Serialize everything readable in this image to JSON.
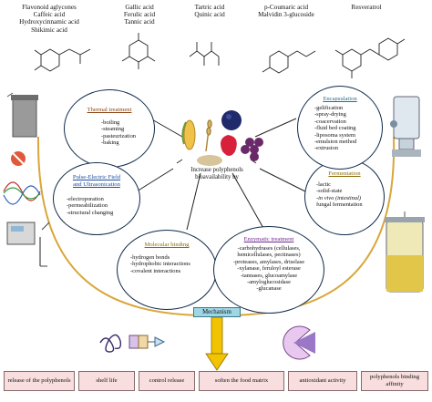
{
  "compound_groups": [
    {
      "lines": [
        "Flavonoid aglycones",
        "Caffeic acid",
        "Hydroxycinnamic acid",
        "Shikimic acid"
      ]
    },
    {
      "lines": [
        "Gallic acid",
        "Ferulic acid",
        "Tannic acid"
      ]
    },
    {
      "lines": [
        "Tartric acid",
        "Quinic acid"
      ]
    },
    {
      "lines": [
        "p-Coumaric acid",
        "Malvidin 3-glucoside"
      ]
    },
    {
      "lines": [
        "Resveratrol"
      ]
    }
  ],
  "center": {
    "line1": "Increase polyphenols",
    "line2": "bioavailability by"
  },
  "techniques": {
    "thermal": {
      "title": "Thermal treatment",
      "items": [
        "-boiling",
        "-steaming",
        "-pasteurization",
        "-baking"
      ]
    },
    "pef": {
      "title_line1": "Pulse-Electric Field",
      "title_line2": "and Ultrasonication",
      "items": [
        "-electroporation",
        "-permeabilization",
        "-structural changing"
      ]
    },
    "molecular": {
      "title": "Molecular binding",
      "items": [
        "-hydrogen bonds",
        "-hydrophobic interactions",
        "-covalent interactions"
      ]
    },
    "enzymatic": {
      "title": "Enzymatic treatment",
      "items": [
        "-carbohydrases (cellulases,",
        "hemicellulases, pectinases)",
        "-proteases, amylases, driselase",
        "-xylanase, feruloyl esterase",
        "-tannases, glucoamylase",
        "-amyloglucosidase",
        "-glucanase"
      ]
    },
    "fermentation": {
      "title": "Fermentation",
      "items": [
        "-lactic",
        "-solid-state",
        "-in vivo (intestinal)",
        "fungal fermentation"
      ]
    },
    "encapsulation": {
      "title": "Encapsulation",
      "items": [
        "-gelification",
        "-spray-drying",
        "-coacervation",
        "-fluid bed coating",
        "-liposoma system",
        "-emulsion method",
        "-extrusion"
      ]
    }
  },
  "mechanism_label": "Mechanism",
  "outcomes": [
    "release of the polyphenols",
    "shelf life",
    "control release",
    "soften the food matrix",
    "antioxidant activity",
    "polyphenols binding affinity"
  ],
  "colors": {
    "bubble_border": "#0f2a4a",
    "u_curve": "#d9a63a",
    "mechanism_box": "#9fd6e6",
    "arrow": "#f2c300",
    "outcome_fill": "#f8dede"
  }
}
